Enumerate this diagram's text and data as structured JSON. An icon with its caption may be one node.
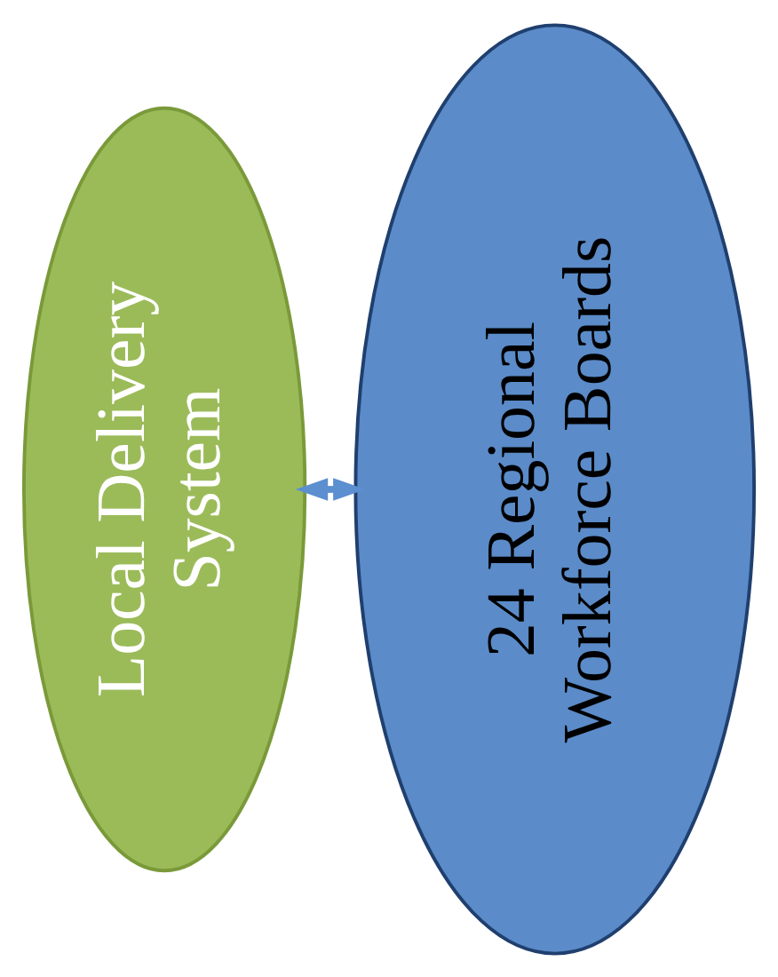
{
  "diagram": {
    "nodes": [
      {
        "text": [
          "Local Delivery System"
        ]
      },
      {
        "text": [
          "24 Regional Workforce Boards"
        ]
      }
    ],
    "edges": [
      {
        "from": 0,
        "to": 1,
        "arrow": "both"
      }
    ]
  }
}
